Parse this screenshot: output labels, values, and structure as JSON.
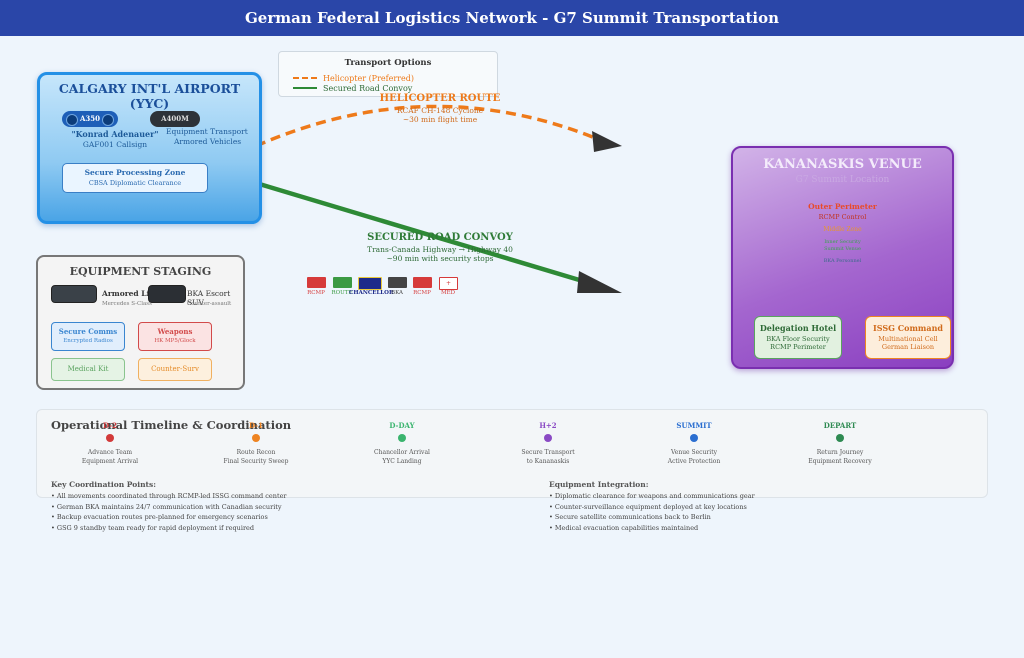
{
  "header": {
    "title": "German Federal Logistics Network - G7 Summit Transportation"
  },
  "legend": {
    "title": "Transport Options",
    "items": [
      {
        "label": "Helicopter (Preferred)",
        "color": "#ee7a1a",
        "style": "dashed"
      },
      {
        "label": "Secured Road Convoy",
        "color": "#2e8a36",
        "style": "solid"
      }
    ]
  },
  "airport": {
    "title": "CALGARY INT'L AIRPORT (YYC)",
    "aircraft_1": {
      "label": "A350",
      "name": "\"Konrad Adenauer\"",
      "callsign": "GAF001 Callsign"
    },
    "aircraft_2": {
      "label": "A400M",
      "line1": "Equipment Transport",
      "line2": "Armored Vehicles"
    },
    "secure_zone": {
      "title": "Secure Processing Zone",
      "subtitle": "CBSA Diplomatic Clearance"
    }
  },
  "helicopter_route": {
    "title": "HELICOPTER ROUTE",
    "line1": "RCAF CH-148 Cyclone",
    "line2": "~30 min flight time",
    "color": "#ee7a1a"
  },
  "road_route": {
    "title": "SECURED ROAD CONVOY",
    "line1": "Trans-Canada Highway → Highway 40",
    "line2": "~90 min with security stops",
    "color": "#2e8a36"
  },
  "convoy": [
    {
      "label": "RCMP",
      "color": "#d63a3a",
      "text_color": "#d63a3a"
    },
    {
      "label": "ROUTE",
      "color": "#3b9a43",
      "text_color": "#3b9a43"
    },
    {
      "label": "CHANCELLOR",
      "color": "#1e2a8a",
      "text_color": "#1e2a8a"
    },
    {
      "label": "BKA",
      "color": "#444444",
      "text_color": "#444444"
    },
    {
      "label": "RCMP",
      "color": "#d63a3a",
      "text_color": "#d63a3a"
    },
    {
      "label": "MED",
      "color": "#ffffff",
      "text_color": "#d63a3a",
      "symbol": "+"
    }
  ],
  "venue": {
    "title": "KANANASKIS VENUE",
    "subtitle": "G7 Summit Location",
    "outer_perimeter": "Outer Perimeter",
    "outer_sub": "RCMP Control",
    "middle_label": "Middle Zone",
    "inner_label_1": "Inner Security",
    "inner_label_2": "Summit Venue",
    "core_label": "BKA Personnel",
    "hotel": {
      "title": "Delegation Hotel",
      "line1": "BKA Floor Security",
      "line2": "RCMP Perimeter"
    },
    "command": {
      "title": "ISSG Command",
      "line1": "Multinational Cell",
      "line2": "German Liaison"
    }
  },
  "staging": {
    "title": "EQUIPMENT STAGING",
    "vehicle_1": {
      "label": "Armored Limo",
      "sub": "Mercedes S-Class"
    },
    "vehicle_2": {
      "label": "BKA Escort SUV",
      "sub": "Counter-assault"
    },
    "tags": [
      {
        "title": "Secure Comms",
        "sub": "Encrypted Radios",
        "color": "#3a86d0",
        "bg": "#e1eefc"
      },
      {
        "title": "Weapons",
        "sub": "HK MP5/Glock",
        "color": "#d24a4a",
        "bg": "#fbe3e3"
      },
      {
        "title": "Medical Kit",
        "sub": "",
        "color": "#5aa35f",
        "bg": "#e5f3e5"
      },
      {
        "title": "Counter-Surv",
        "sub": "",
        "color": "#e58c2a",
        "bg": "#fdf0de"
      }
    ]
  },
  "timeline": {
    "title": "Operational Timeline & Coordination",
    "phases": [
      {
        "label": "D-2",
        "line1": "Advance Team",
        "line2": "Equipment Arrival",
        "color": "#d23a3a"
      },
      {
        "label": "D-1",
        "line1": "Route Recon",
        "line2": "Final Security Sweep",
        "color": "#ee8422"
      },
      {
        "label": "D-DAY",
        "line1": "Chancellor Arrival",
        "line2": "YYC Landing",
        "color": "#3ab46e"
      },
      {
        "label": "H+2",
        "line1": "Secure Transport",
        "line2": "to Kananaskis",
        "color": "#8a4ac4"
      },
      {
        "label": "SUMMIT",
        "line1": "Venue Security",
        "line2": "Active Protection",
        "color": "#2a6ed0"
      },
      {
        "label": "DEPART",
        "line1": "Return Journey",
        "line2": "Equipment Recovery",
        "color": "#2e8a52"
      }
    ]
  },
  "coordination": {
    "title": "Key Coordination Points:",
    "items": [
      "• All movements coordinated through RCMP-led ISSG command center",
      "• German BKA maintains 24/7 communication with Canadian security",
      "• Backup evacuation routes pre-planned for emergency scenarios",
      "• GSG 9 standby team ready for rapid deployment if required"
    ]
  },
  "equipment_integration": {
    "title": "Equipment Integration:",
    "items": [
      "• Diplomatic clearance for weapons and communications gear",
      "• Counter-surveillance equipment deployed at key locations",
      "• Secure satellite communications back to Berlin",
      "• Medical evacuation capabilities maintained"
    ]
  }
}
